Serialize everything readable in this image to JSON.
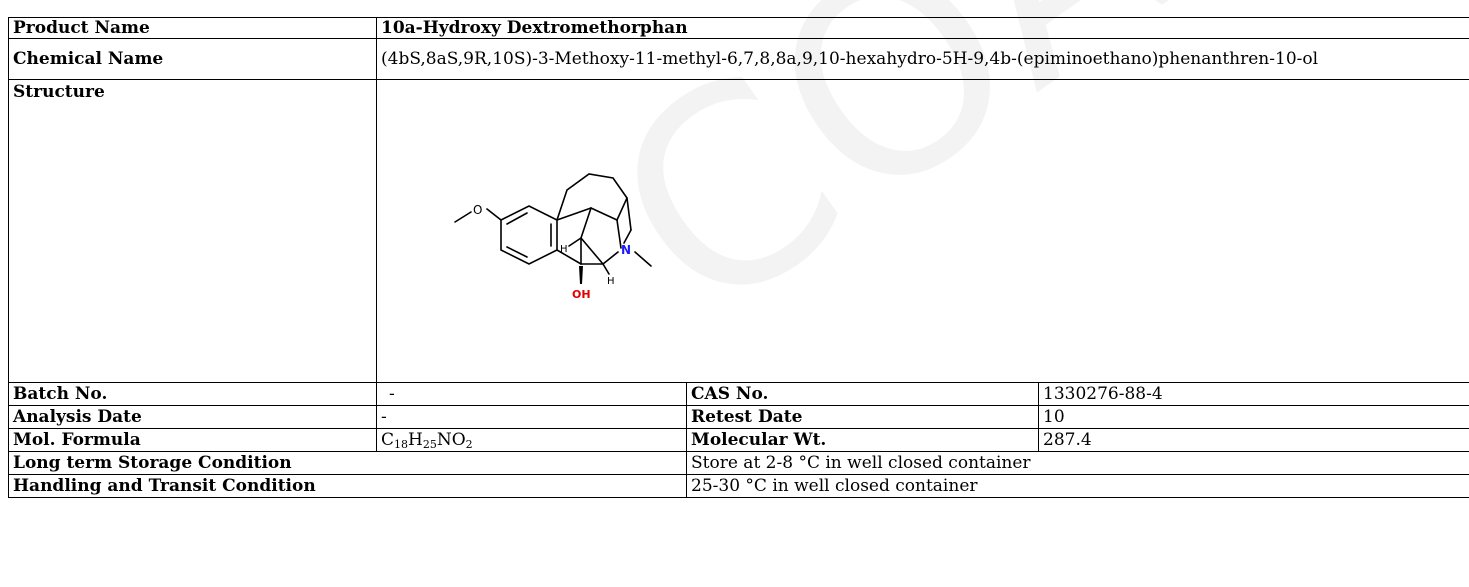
{
  "watermark": "COA",
  "rows": {
    "product_name": {
      "label": "Product Name",
      "value": "10a-Hydroxy Dextromethorphan"
    },
    "chemical_name": {
      "label": "Chemical Name",
      "value": "(4bS,8aS,9R,10S)-3-Methoxy-11-methyl-6,7,8,8a,9,10-hexahydro-5H-9,4b-(epiminoethano)phenanthren-10-ol"
    },
    "structure": {
      "label": "Structure",
      "atoms": {
        "oxygen": "O",
        "nitrogen": "N",
        "hydroxyl": "OH",
        "hydrogen": "H"
      }
    },
    "batch": {
      "label": "Batch No.",
      "value": "-"
    },
    "cas": {
      "label": "CAS No.",
      "value": "1330276-88-4"
    },
    "analysis_date": {
      "label": "Analysis Date",
      "value": "-"
    },
    "retest_date": {
      "label": "Retest Date",
      "value": "10"
    },
    "mol_formula": {
      "label": "Mol. Formula",
      "c": "C",
      "c_count": "18",
      "h": "H",
      "h_count": "25",
      "rest": "NO",
      "o_count": "2"
    },
    "mol_wt": {
      "label": "Molecular Wt.",
      "value": "287.4"
    },
    "storage": {
      "label": "Long term Storage Condition",
      "value": "Store at 2-8 °C in well closed container"
    },
    "handling": {
      "label": "Handling and Transit Condition",
      "value": "25-30 °C in well closed container"
    }
  },
  "colors": {
    "nitrogen": "#1a1aff",
    "oxygen": "#e00000",
    "watermark": "#f3f3f3"
  }
}
